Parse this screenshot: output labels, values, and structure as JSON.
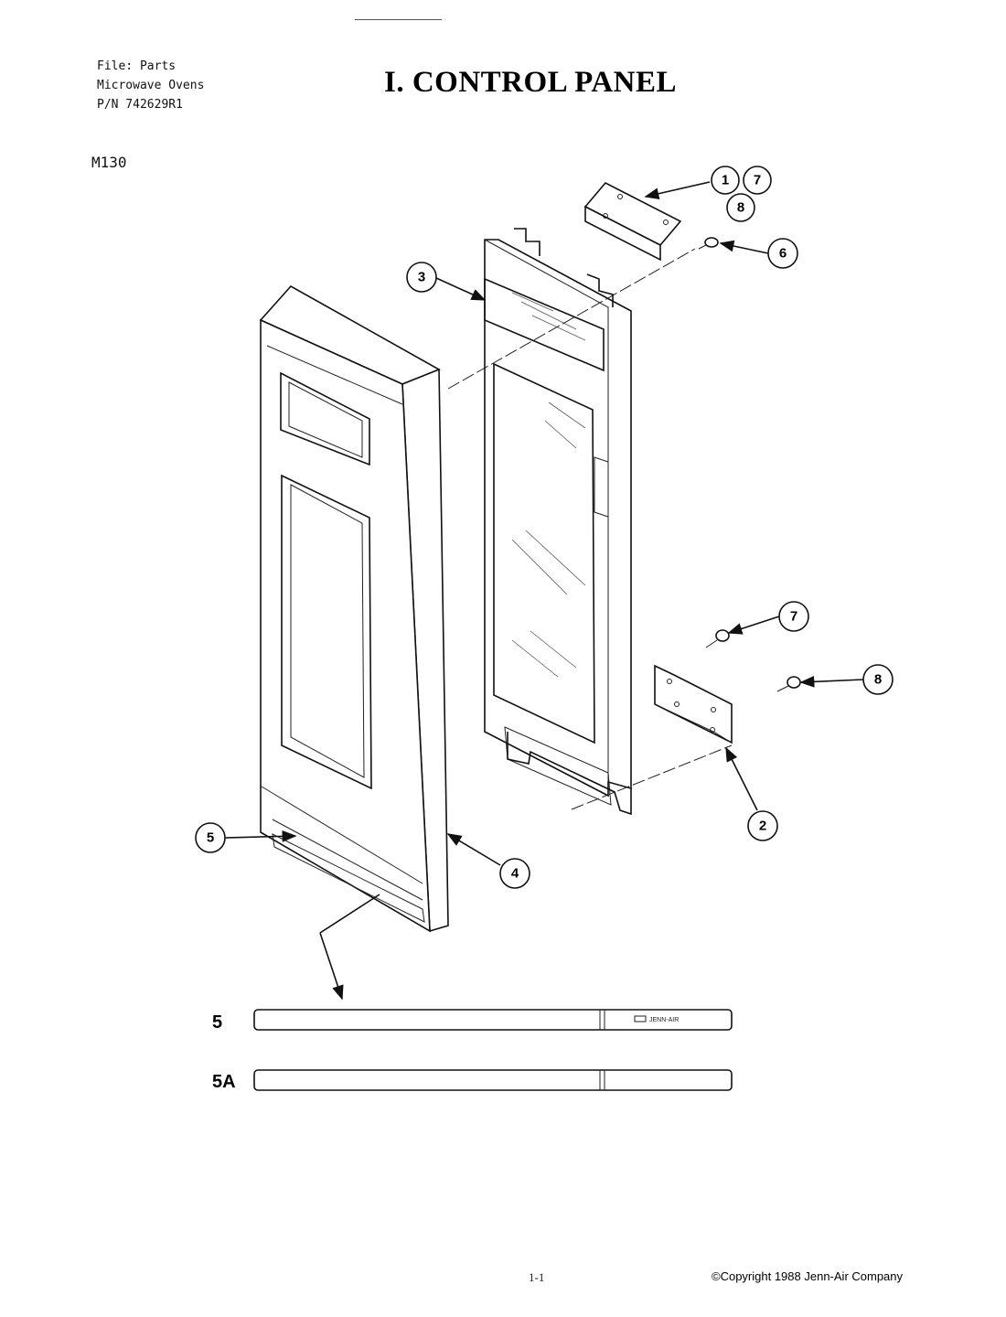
{
  "header": {
    "file": "File: Parts",
    "product": "Microwave Ovens",
    "part_number": "P/N 742629R1"
  },
  "model": "M130",
  "title": "I. CONTROL PANEL",
  "callouts": [
    "1",
    "7",
    "8",
    "6",
    "3",
    "7",
    "8",
    "2",
    "4",
    "5"
  ],
  "strips": {
    "label_5": "5",
    "label_5a": "5A",
    "brand": "JENN-AIR"
  },
  "footer": {
    "page": "1-1",
    "copyright": "©Copyright 1988 Jenn-Air Company"
  }
}
